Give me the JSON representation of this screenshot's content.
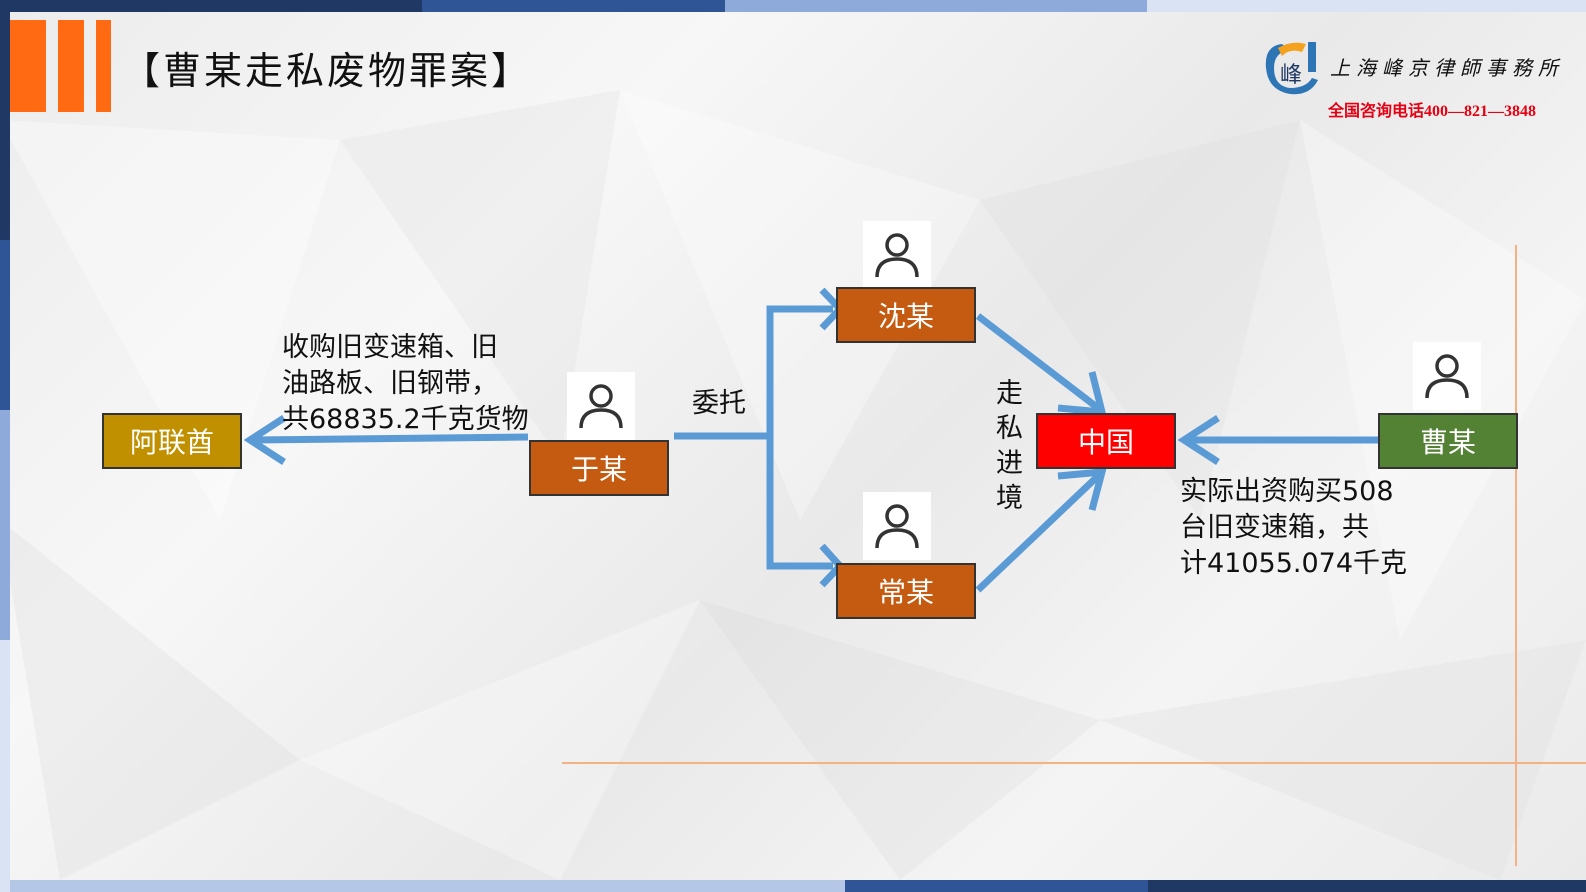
{
  "header": {
    "title": "【曹某走私废物罪案】",
    "firm_name": "上海峰京律師事務所",
    "phone": "全国咨询电话400—821—3848"
  },
  "diagram": {
    "nodes": {
      "alianqiu": "阿联酋",
      "yu": "于某",
      "shen": "沈某",
      "chang": "常某",
      "china": "中国",
      "cao": "曹某"
    },
    "labels": {
      "purchase_lines": [
        "收购旧变速箱、旧",
        "油路板、旧钢带，",
        "共68835.2千克货物"
      ],
      "entrust": "委托",
      "smuggle_chars": [
        "走",
        "私",
        "进",
        "境"
      ],
      "cao_lines": [
        "实际出资购买508",
        "台旧变速箱，共",
        "计41055.074千克"
      ]
    }
  },
  "colors": {
    "alianqiu": "#c09000",
    "person_nodes": "#c55a11",
    "china": "#ff0000",
    "cao": "#548235",
    "arrow": "#5b9bd5",
    "accent_orange": "#ff6a13"
  }
}
